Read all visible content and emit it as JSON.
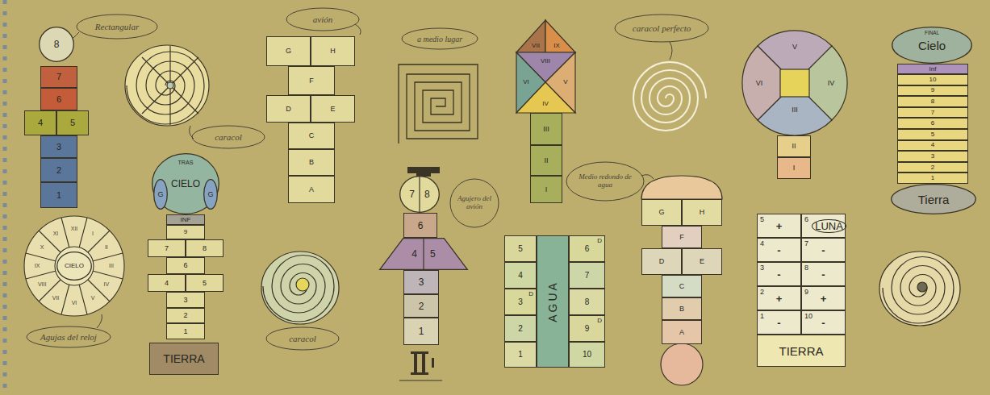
{
  "diagram": {
    "nodes": [
      {
        "text": [
          "8"
        ]
      },
      {
        "text": [
          "7"
        ]
      },
      {
        "text": [
          "6"
        ]
      },
      {
        "text": [
          "4"
        ]
      },
      {
        "text": [
          "5"
        ]
      },
      {
        "text": [
          "3"
        ]
      },
      {
        "text": [
          "2"
        ]
      },
      {
        "text": [
          "1"
        ]
      },
      {
        "text": [
          "G"
        ]
      },
      {
        "text": [
          "H"
        ]
      },
      {
        "text": [
          "F"
        ]
      },
      {
        "text": [
          "D"
        ]
      },
      {
        "text": [
          "E"
        ]
      },
      {
        "text": [
          "C"
        ]
      },
      {
        "text": [
          "B"
        ]
      },
      {
        "text": [
          "A"
        ]
      },
      {
        "text": [
          "VII"
        ]
      },
      {
        "text": [
          "IX"
        ]
      },
      {
        "text": [
          "VIII"
        ]
      },
      {
        "text": [
          "VI"
        ]
      },
      {
        "text": [
          "V"
        ]
      },
      {
        "text": [
          "IV"
        ]
      },
      {
        "text": [
          "III"
        ]
      },
      {
        "text": [
          "II"
        ]
      },
      {
        "text": [
          "I"
        ]
      },
      {
        "text": [
          "V"
        ]
      },
      {
        "text": [
          "VI"
        ]
      },
      {
        "text": [
          "IV"
        ]
      },
      {
        "text": [
          "III"
        ]
      },
      {
        "text": [
          "II"
        ]
      },
      {
        "text": [
          "I"
        ]
      },
      {
        "text": [
          "FINAL",
          "Cielo"
        ]
      },
      {
        "text": [
          "Inf"
        ]
      },
      {
        "text": [
          "10"
        ]
      },
      {
        "text": [
          "9"
        ]
      },
      {
        "text": [
          "8"
        ]
      },
      {
        "text": [
          "7"
        ]
      },
      {
        "text": [
          "6"
        ]
      },
      {
        "text": [
          "5"
        ]
      },
      {
        "text": [
          "4"
        ]
      },
      {
        "text": [
          "3"
        ]
      },
      {
        "text": [
          "2"
        ]
      },
      {
        "text": [
          "1"
        ]
      },
      {
        "text": [
          "Tierra"
        ]
      },
      {
        "text": [
          "CIELO"
        ]
      },
      {
        "text": [
          "TRAS",
          "CIELO"
        ]
      },
      {
        "text": [
          "G"
        ],
        "in": 45
      },
      {
        "text": [
          "G"
        ],
        "in": 45
      },
      {
        "text": [
          "INF"
        ]
      },
      {
        "text": [
          "9"
        ]
      },
      {
        "text": [
          "7"
        ]
      },
      {
        "text": [
          "8"
        ]
      },
      {
        "text": [
          "6"
        ]
      },
      {
        "text": [
          "4"
        ]
      },
      {
        "text": [
          "5"
        ]
      },
      {
        "text": [
          "3"
        ]
      },
      {
        "text": [
          "2"
        ]
      },
      {
        "text": [
          "1"
        ]
      },
      {
        "text": [
          "TIERRA"
        ]
      },
      {
        "text": [
          "7",
          "8"
        ]
      },
      {
        "text": [
          "6"
        ]
      },
      {
        "text": [
          "4",
          "5"
        ]
      },
      {
        "text": [
          "3"
        ]
      },
      {
        "text": [
          "2"
        ]
      },
      {
        "text": [
          "1"
        ]
      },
      {
        "text": [
          "5"
        ]
      },
      {
        "text": [
          "4"
        ]
      },
      {
        "text": [
          "3",
          "D"
        ]
      },
      {
        "text": [
          "2"
        ]
      },
      {
        "text": [
          "1"
        ]
      },
      {
        "text": [
          "AGUA"
        ]
      },
      {
        "text": [
          "6",
          "D"
        ]
      },
      {
        "text": [
          "7"
        ]
      },
      {
        "text": [
          "8"
        ]
      },
      {
        "text": [
          "9",
          "D"
        ]
      },
      {
        "text": [
          "10"
        ]
      },
      {
        "text": [
          "G"
        ]
      },
      {
        "text": [
          "H"
        ]
      },
      {
        "text": [
          "F"
        ]
      },
      {
        "text": [
          "D"
        ]
      },
      {
        "text": [
          "E"
        ]
      },
      {
        "text": [
          "C"
        ]
      },
      {
        "text": [
          "B"
        ]
      },
      {
        "text": [
          "A"
        ]
      },
      {
        "text": [
          "5",
          "+"
        ]
      },
      {
        "text": [
          "6",
          "LUNA"
        ]
      },
      {
        "text": [
          "4",
          "-"
        ]
      },
      {
        "text": [
          "7",
          "-"
        ]
      },
      {
        "text": [
          "3",
          "-"
        ]
      },
      {
        "text": [
          "8",
          "-"
        ]
      },
      {
        "text": [
          "2",
          "+"
        ]
      },
      {
        "text": [
          "9",
          "+"
        ]
      },
      {
        "text": [
          "1",
          "-"
        ]
      },
      {
        "text": [
          "10",
          "-"
        ]
      },
      {
        "text": [
          "TIERRA"
        ]
      }
    ],
    "labels": [
      "Rectangular",
      "caracol",
      "avión",
      "a medio lugar",
      "caracol perfecto",
      "Agujero del avión",
      "Medio redondo de agua",
      "Agujas del reloj",
      "caracol",
      "I",
      "II",
      "III",
      "IV",
      "V",
      "VI",
      "VII",
      "VIII",
      "IX",
      "X",
      "XI",
      "XII"
    ]
  }
}
